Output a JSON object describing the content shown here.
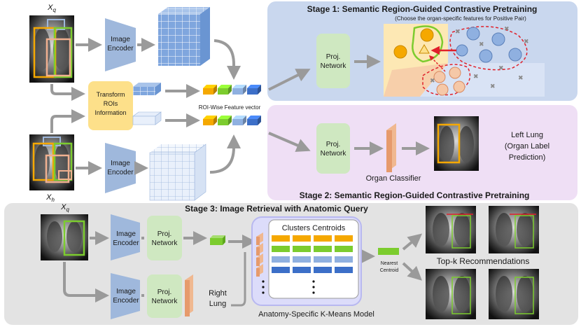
{
  "stage1": {
    "title": "Stage 1: Semantic Region-Guided Contrastive Pretraining",
    "subtitle": "(Choose the organ-specific features for Positive Pair)",
    "proj_line1": "Proj.",
    "proj_line2": "Network"
  },
  "stage2": {
    "title": "Stage 2: Semantic Region-Guided Contrastive Pretraining",
    "proj_line1": "Proj.",
    "proj_line2": "Network",
    "classifier_label": "Organ Classifier",
    "label_line1": "Left Lung",
    "label_line2": "(Organ Label",
    "label_line3": "Prediction)"
  },
  "stage3": {
    "title": "Stage 3: Image Retrieval with Anatomic Query",
    "query_label": "X",
    "query_sub": "q",
    "encoder_line1": "Image",
    "encoder_line2": "Encoder",
    "proj_line1": "Proj.",
    "proj_line2": "Network",
    "right_lung_line1": "Right",
    "right_lung_line2": "Lung",
    "centroids_title": "Clusters Centroids",
    "kmeans_label": "Anatomy-Specific K-Means Model",
    "nearest_line1": "Nearest",
    "nearest_line2": "Centroid",
    "topk_label": "Top-k Recommendations",
    "cluster_colors": [
      "#f5a800",
      "#7ccc2e",
      "#8fb0e0",
      "#3c6fc8"
    ]
  },
  "left": {
    "xq_label": "X",
    "xq_sub": "q",
    "xh_label": "X",
    "xh_sub": "h",
    "encoder_line1": "Image",
    "encoder_line2": "Encoder",
    "transform_line1": "Transform",
    "transform_line2": "ROIs",
    "transform_line3": "Information",
    "roi_label": "ROI-Wise Feature vector"
  },
  "colors": {
    "stage1_bg": "#c9d7ee",
    "stage2_bg": "#efdff5",
    "stage3_bg": "#e3e3e3",
    "encoder": "#9fb8dc",
    "proj": "#cfe8c1",
    "transform": "#fde08a",
    "classifier": "#e69a6c",
    "arrow": "#9a9a9a",
    "roi_orange": "#f5a800",
    "roi_green": "#7ccc2e",
    "roi_lightblue": "#8fb0e0",
    "roi_blue": "#3c6fc8"
  }
}
